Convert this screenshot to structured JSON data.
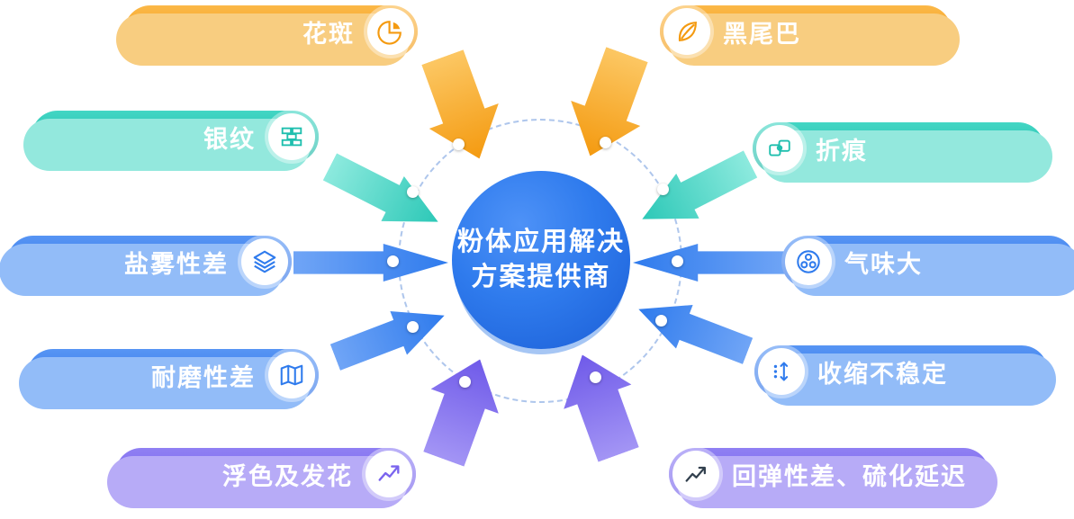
{
  "center": {
    "line1": "粉体应用解决",
    "line2": "方案提供商"
  },
  "pills": [
    {
      "label": "花斑",
      "icon": "pie-chart-icon",
      "color": "#f49a10",
      "side": "left"
    },
    {
      "label": "银纹",
      "icon": "bricks-icon",
      "color": "#1fbfae",
      "side": "left"
    },
    {
      "label": "盐雾性差",
      "icon": "layers-icon",
      "color": "#2f7bed",
      "side": "left"
    },
    {
      "label": "耐磨性差",
      "icon": "map-icon",
      "color": "#2f7bed",
      "side": "left"
    },
    {
      "label": "浮色及发花",
      "icon": "trend-arrow-icon",
      "color": "#7a64ee",
      "side": "left"
    },
    {
      "label": "黑尾巴",
      "icon": "leaf-icon",
      "color": "#f49a10",
      "side": "right"
    },
    {
      "label": "折痕",
      "icon": "puzzle-icon",
      "color": "#1fbfae",
      "side": "right"
    },
    {
      "label": "气味大",
      "icon": "bubbles-icon",
      "color": "#2f7bed",
      "side": "right"
    },
    {
      "label": "收缩不稳定",
      "icon": "shrink-icon",
      "color": "#2f7bed",
      "side": "right"
    },
    {
      "label": "回弹性差、硫化延迟",
      "icon": "line-chart-icon",
      "color": "#7a64ee",
      "side": "right"
    }
  ],
  "palette": {
    "orange": "#f49a10",
    "orange_light": "#f8cd80",
    "teal": "#1fbfae",
    "teal_light": "#93e8dd",
    "blue": "#2f7bed",
    "blue_light": "#92bcf8",
    "purple": "#6f5ae9",
    "purple_light": "#b7abf7",
    "center_blue": "#2f7bed",
    "ring_dash": "#93b3e6"
  }
}
